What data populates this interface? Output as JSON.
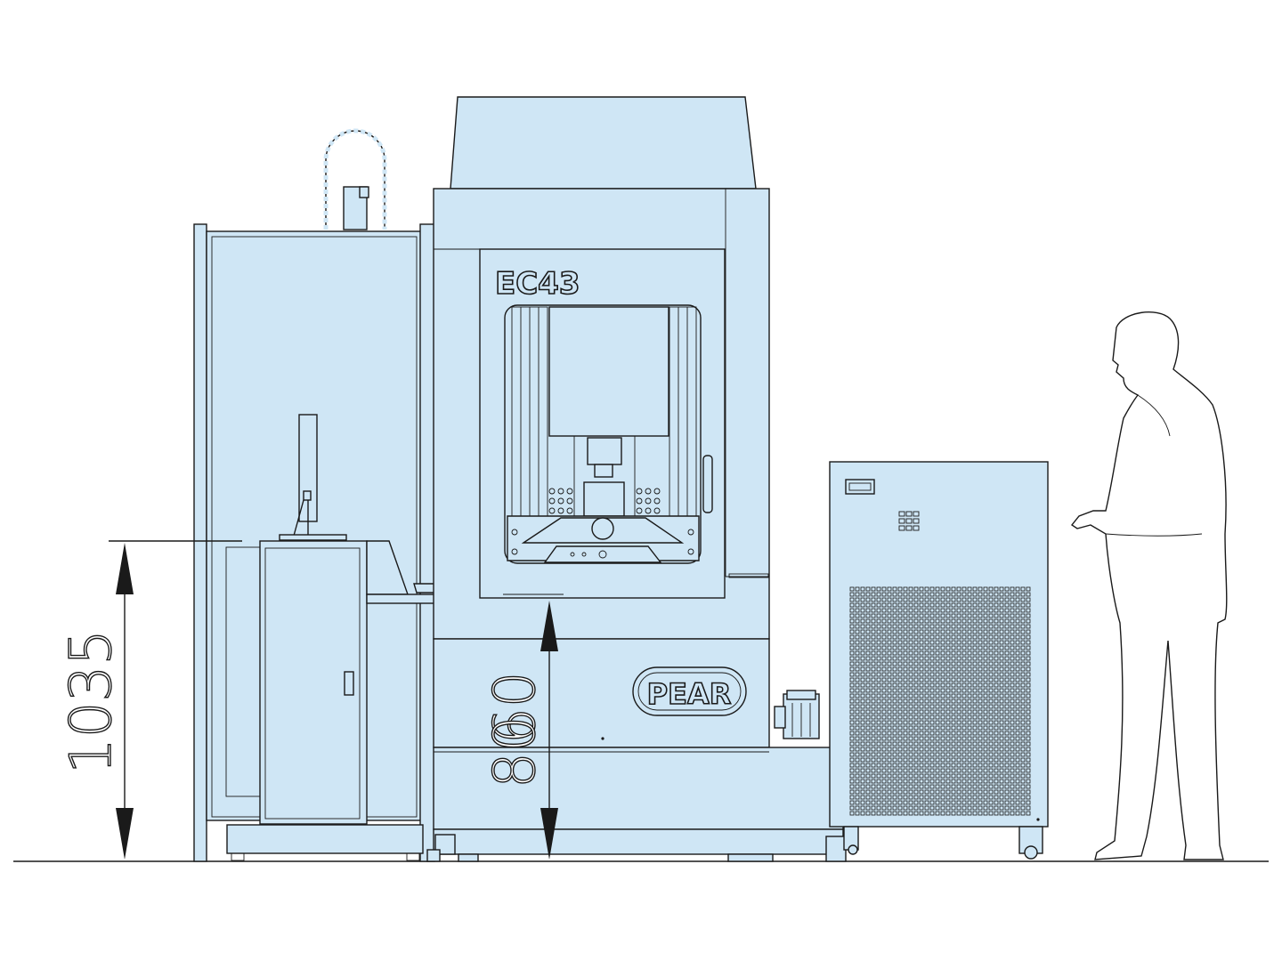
{
  "drawing": {
    "model_label": "EC43",
    "brand_logo": "PEAR",
    "colors": {
      "fill": "#cfe6f5",
      "line": "#1a1a1a",
      "background": "#ffffff"
    }
  },
  "dimensions": {
    "table_height": "1035",
    "upper_dimension": "60",
    "lower_dimension": "80"
  }
}
